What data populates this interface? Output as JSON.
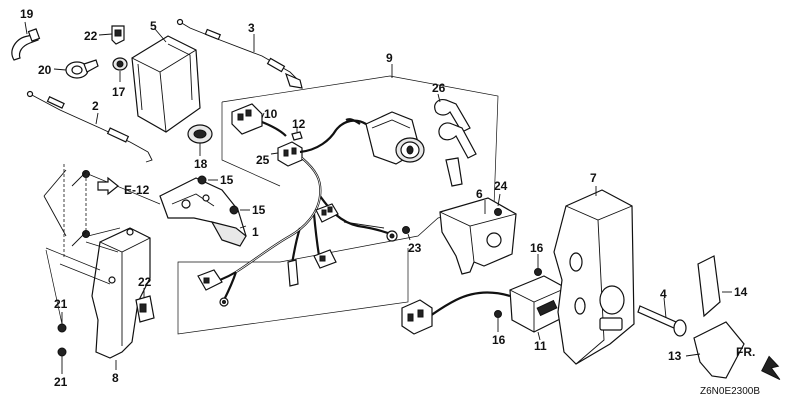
{
  "diagram": {
    "catalog_code": "Z6N0E2300B",
    "reference": "E-12",
    "direction_label": "FR.",
    "part_numbers": [
      "1",
      "2",
      "3",
      "4",
      "5",
      "6",
      "7",
      "8",
      "9",
      "10",
      "11",
      "12",
      "13",
      "14",
      "15",
      "15",
      "16",
      "16",
      "17",
      "18",
      "19",
      "20",
      "21",
      "21",
      "22",
      "22",
      "23",
      "24",
      "25",
      "26"
    ]
  }
}
